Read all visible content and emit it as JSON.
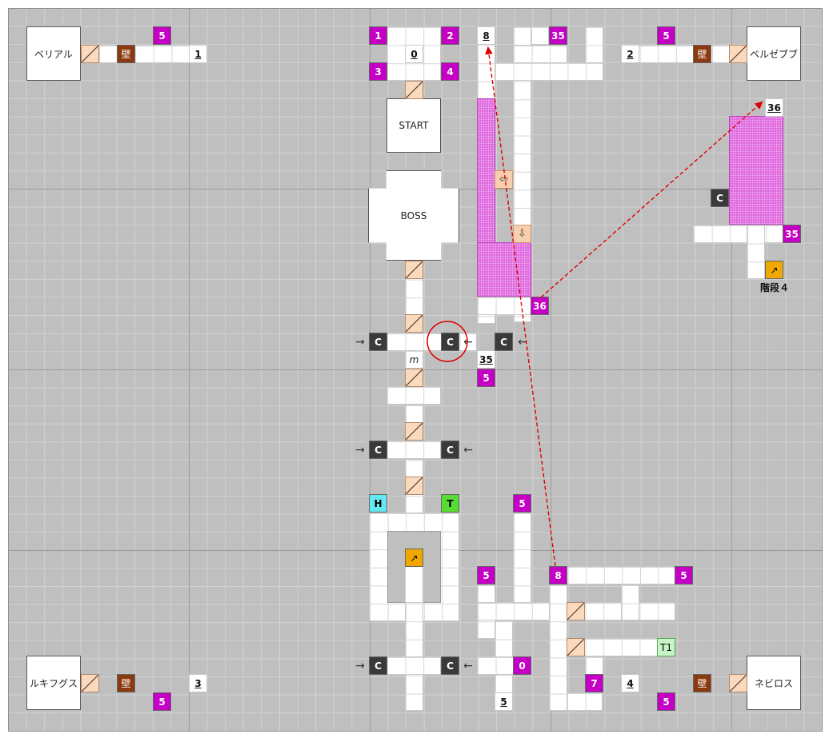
{
  "rooms": {
    "belial": "ベリアル",
    "beelzebub": "ベルゼブブ",
    "lucifugus": "ルキフグス",
    "nebiros": "ネビロス",
    "start": "START",
    "boss": "BOSS"
  },
  "wall_label": "壁",
  "side_arrow_right": "→",
  "side_arrow_left": "←",
  "arrow_up": "⇩",
  "arrow_left": "⇦",
  "chest_label": "C",
  "heal_label": "H",
  "trap_label": "T",
  "t1_label": "T1",
  "stairs_label": "↗",
  "stairs_caption": "階段４",
  "m_label": "m",
  "warps": {
    "w5_top_left": "5",
    "w1": "1",
    "w2": "2",
    "w3": "3",
    "w4": "4",
    "w35_top": "35",
    "w5_top_right": "5",
    "w35_right": "35",
    "w36": "36",
    "w5_mid": "5",
    "w5_bottom_col": "5",
    "w5_lower_left": "5",
    "w8_lower": "8",
    "w5_lower_right": "5",
    "w0_lower": "0",
    "w7": "7",
    "w5_bottom_left": "5",
    "w5_bottom_right": "5"
  },
  "numbers": {
    "n1": "1",
    "n2": "2",
    "n3": "3",
    "n4": "4",
    "n0": "0",
    "n8": "8",
    "n35": "35",
    "n36": "36",
    "n5": "5"
  },
  "colors": {
    "warp": "#c400c4",
    "chest": "#3a3a3a",
    "poison": "#d957d9",
    "stairs": "#f0a800",
    "heal": "#66e8f0",
    "trap": "#55dd33",
    "wall": "#8b3a0f",
    "warp_line": "#e00000"
  }
}
